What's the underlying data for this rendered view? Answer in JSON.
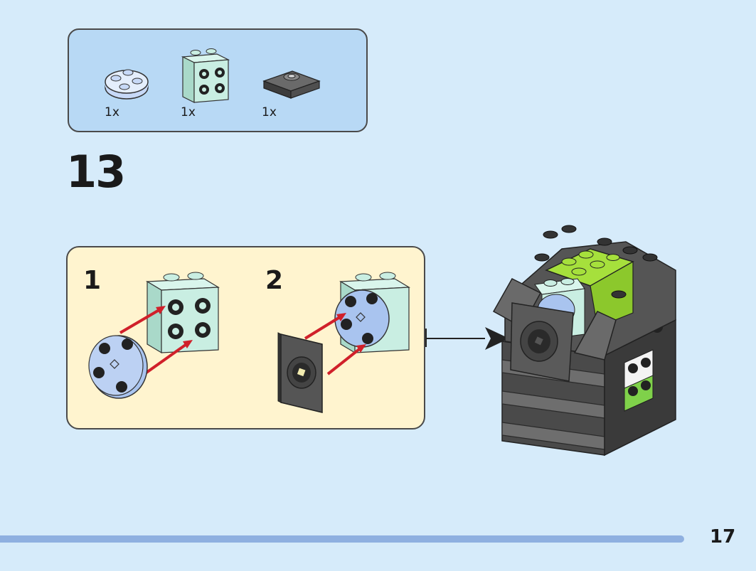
{
  "parts_list": {
    "items": [
      {
        "name": "round-plate-2x2",
        "qty": "1x"
      },
      {
        "name": "brick-2x2-studs-on-side",
        "qty": "1x"
      },
      {
        "name": "plate-2x2-with-pin",
        "qty": "1x"
      }
    ]
  },
  "step": {
    "number": "13",
    "substeps": [
      {
        "number": "1"
      },
      {
        "number": "2"
      }
    ]
  },
  "colors": {
    "background": "#d6ebfa",
    "parts_box": "#b8d9f5",
    "substep_box": "#fff4cf",
    "arrow": "#d0202a",
    "light_blue_part": "#a9c4ef",
    "aqua_part": "#c9eee2",
    "dark_gray_part": "#555555",
    "lime_part": "#a6e03c"
  },
  "page": {
    "number": "17"
  }
}
